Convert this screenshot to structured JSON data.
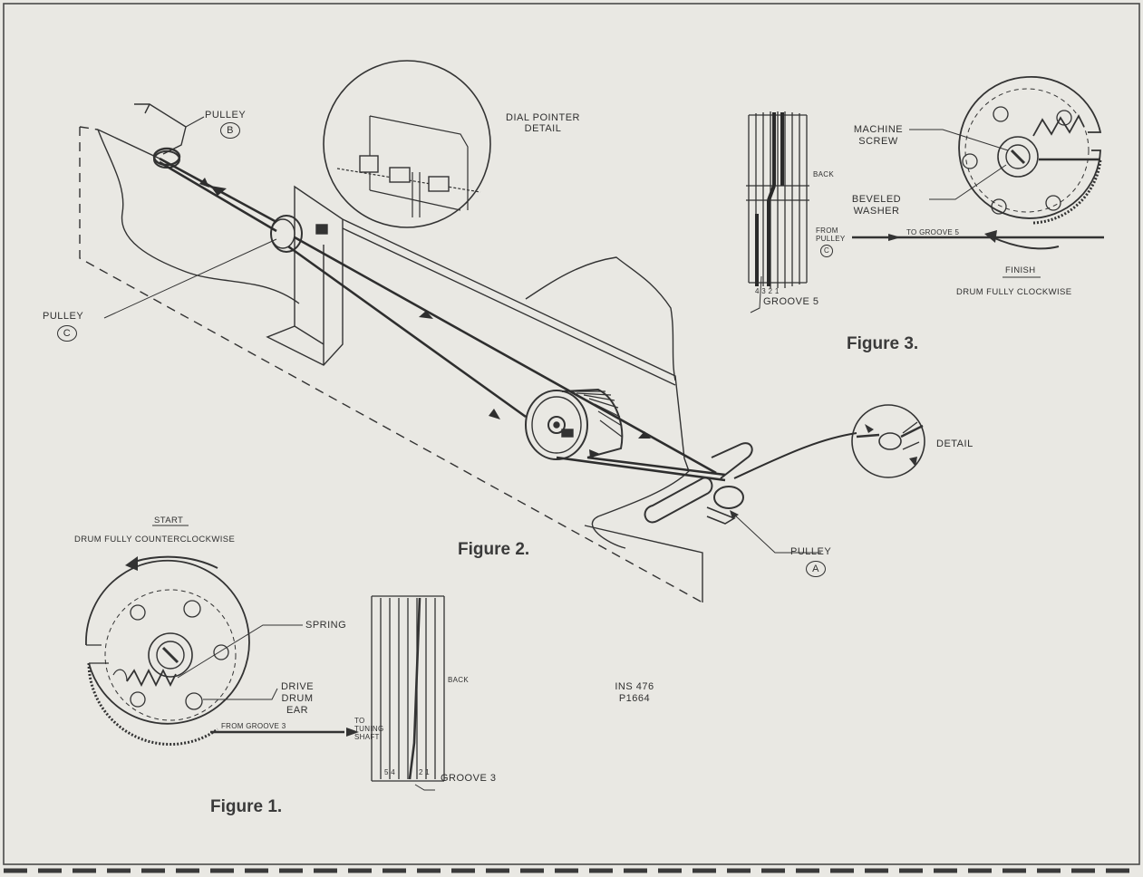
{
  "labels": {
    "pulley_b": "PULLEY",
    "pulley_b_letter": "B",
    "pulley_c": "PULLEY",
    "pulley_c_letter": "C",
    "pulley_a": "PULLEY",
    "pulley_a_letter": "A",
    "dial_pointer_detail_1": "DIAL POINTER",
    "dial_pointer_detail_2": "DETAIL",
    "detail": "DETAIL",
    "machine_screw_1": "MACHINE",
    "machine_screw_2": "SCREW",
    "beveled_washer_1": "BEVELED",
    "beveled_washer_2": "WASHER",
    "back_fig3": "BACK",
    "from_pulley_1": "FROM",
    "from_pulley_2": "PULLEY",
    "from_pulley_letter": "C",
    "to_groove_5": "TO GROOVE 5",
    "finish": "FINISH",
    "drum_fully_clockwise": "DRUM FULLY CLOCKWISE",
    "groove_numbers_fig3": "4 3 2 1",
    "groove_5": "GROOVE 5",
    "start": "START",
    "drum_fully_counterclockwise": "DRUM FULLY COUNTERCLOCKWISE",
    "spring": "SPRING",
    "drive_drum_ear_1": "DRIVE",
    "drive_drum_ear_2": "DRUM",
    "drive_drum_ear_3": "EAR",
    "from_groove_3": "FROM GROOVE 3",
    "to_tuning_shaft_1": "TO",
    "to_tuning_shaft_2": "TUNING",
    "to_tuning_shaft_3": "SHAFT",
    "back_fig1": "BACK",
    "groove_numbers_fig1_left": "5 4",
    "groove_numbers_fig1_right": "2 1",
    "groove_3": "GROOVE 3",
    "ins_code_1": "INS 476",
    "ins_code_2": "P1664"
  },
  "figures": {
    "figure1": "Figure 1.",
    "figure2": "Figure 2.",
    "figure3": "Figure 3."
  },
  "colors": {
    "paper": "#e9e8e3",
    "ink": "#2f2f2f",
    "cord": "#3a3a3a"
  }
}
